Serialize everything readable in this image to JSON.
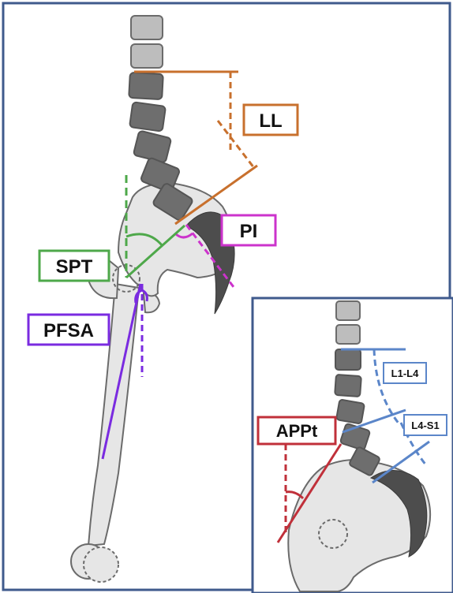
{
  "colors": {
    "frame": "#3f5a8c",
    "bone_fill": "#e6e6e6",
    "bone_stroke": "#6b6b6b",
    "vertebra_light": "#bdbdbd",
    "vertebra_dark": "#6e6e6e",
    "sacrum_dark": "#4d4d4d",
    "ll": "#c8702d",
    "pi": "#cc33cc",
    "spt": "#4ea84a",
    "pfsa": "#7a2be0",
    "appt": "#c0303a",
    "lumbar_segments": "#5b86c9"
  },
  "main_diagram": {
    "labels": {
      "ll": "LL",
      "pi": "PI",
      "spt": "SPT",
      "pfsa": "PFSA"
    }
  },
  "inset_diagram": {
    "labels": {
      "appt": "APPt",
      "l1_l4": "L1-L4",
      "l4_s1": "L4-S1"
    }
  }
}
